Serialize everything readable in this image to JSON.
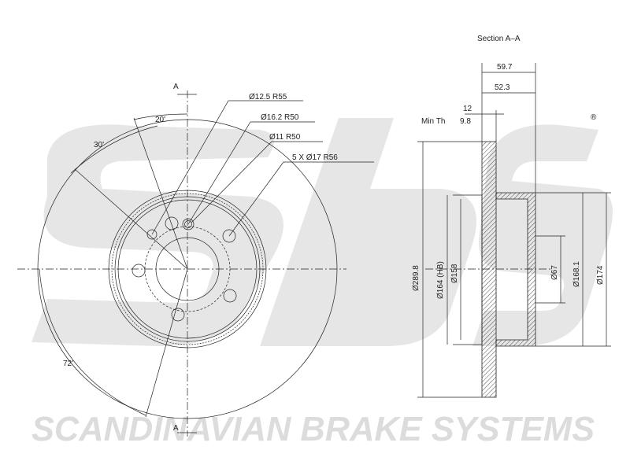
{
  "watermark": {
    "logo_letters": "sbs",
    "registered_mark": "®",
    "company": "SCANDINAVIAN BRAKE SYSTEMS"
  },
  "front_view": {
    "section_mark_top": "A",
    "section_mark_bottom": "A",
    "angle_20": "20'",
    "angle_30": "30'",
    "angle_72": "72'",
    "callouts": [
      "Ø12.5  R55",
      "Ø16.2  R50",
      "Ø11  R50",
      "5 X Ø17  R56"
    ]
  },
  "section_view": {
    "title": "Section A–A",
    "dim_59_7": "59.7",
    "dim_52_3": "52.3",
    "dim_12": "12",
    "min_th_label": "Min Th",
    "min_th_value": "9.8",
    "dia_289_8": "Ø289.8",
    "dia_164": "Ø164 (HB)",
    "dia_158": "Ø158",
    "dia_67": "Ø67",
    "dia_168_1": "Ø168.1",
    "dia_174": "Ø174"
  }
}
